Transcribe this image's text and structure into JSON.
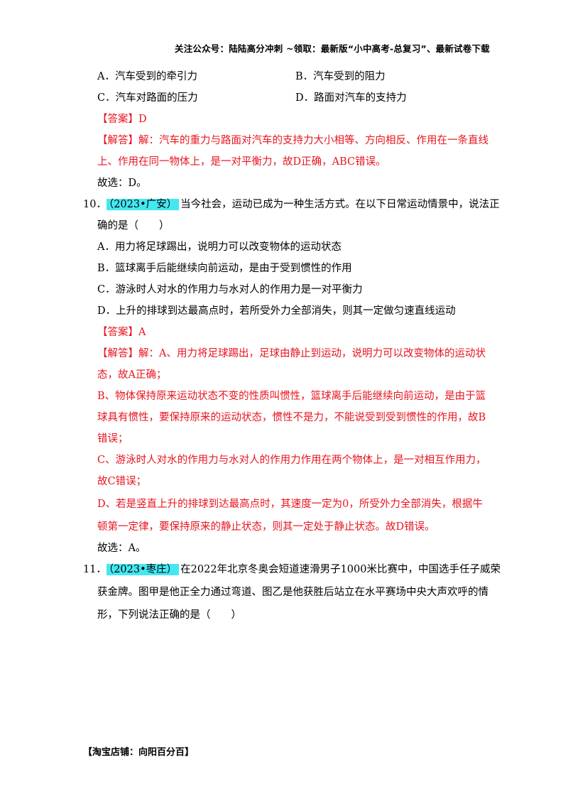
{
  "header": "关注公众号：陆陆高分冲刺 ~领取：最新版“小中高考-总复习”、最新试卷下载",
  "q9": {
    "options": {
      "A": "A．汽车受到的牵引力",
      "B": "B．汽车受到的阻力",
      "C": "C．汽车对路面的压力",
      "D": "D．路面对汽车的支持力"
    },
    "answer": "【答案】D",
    "analysis_label": "【解答】",
    "analysis_line1": "解：汽车的重力与路面对汽车的支持力大小相等、方向相反、作用在一条直线",
    "analysis_line2": "上、作用在同一物体上，是一对平衡力，故D正确，ABC错误。",
    "conclusion": "故选：D。"
  },
  "q10": {
    "number": "10．",
    "tag": "（2023•广安）",
    "stem_line1": "当今社会，运动已成为一种生活方式。在以下日常运动情景中，说法正",
    "stem_line2": "确的是（　　）",
    "options": {
      "A": "A．用力将足球踢出，说明力可以改变物体的运动状态",
      "B": "B．篮球离手后能继续向前运动，是由于受到惯性的作用",
      "C": "C．游泳时人对水的作用力与水对人的作用力是一对平衡力",
      "D": "D．上升的排球到达最高点时，若所受外力全部消失，则其一定做匀速直线运动"
    },
    "answer": "【答案】A",
    "analysis_label": "【解答】",
    "a_line1": "解：A、用力将足球踢出，足球由静止到运动，说明力可以改变物体的运动状",
    "a_line2": "态，故A正确；",
    "b_line1": "B、物体保持原来运动状态不变的性质叫惯性，篮球离手后能继续向前运动，是由于篮",
    "b_line2": "球具有惯性，要保持原来的运动状态，惯性不是力，不能说受到受到惯性的作用，故B",
    "b_line3": "错误；",
    "c_line1": "C、游泳时人对水的作用力与水对人的作用力作用在两个物体上，是一对相互作用力，",
    "c_line2": "故C错误；",
    "d_line1": "D、若是竖直上升的排球到达最高点时，其速度一定为0，所受外力全部消失，根据牛",
    "d_line2": "顿第一定律，要保持原来的静止状态，则其一定处于静止状态。故D错误。",
    "conclusion": "故选：A。"
  },
  "q11": {
    "number": "11．",
    "tag": "（2023•枣庄）",
    "stem_line1": "在2022年北京冬奥会短道速滑男子1000米比赛中，中国选手任子威荣",
    "stem_line2": "获金牌。图甲是他正全力通过弯道、图乙是他获胜后站立在水平赛场中央大声欢呼的情",
    "stem_line3": "形，下列说法正确的是（　　）"
  },
  "footer": "【淘宝店铺：向阳百分百】"
}
